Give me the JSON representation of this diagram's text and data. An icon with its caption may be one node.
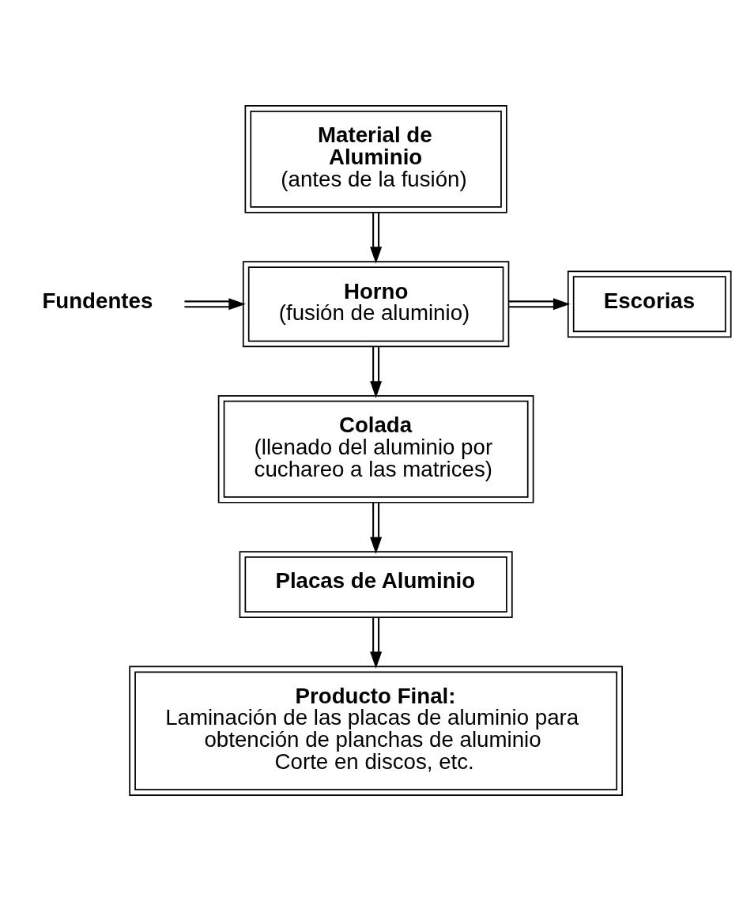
{
  "diagram": {
    "nodes": [
      {
        "text": [
          "Material de Aluminio",
          "(antes de la fusión)"
        ]
      },
      {
        "text": [
          "Fundentes"
        ]
      },
      {
        "text": [
          "Horno",
          "(fusión de aluminio)"
        ]
      },
      {
        "text": [
          "Escorias"
        ]
      },
      {
        "text": [
          "Colada",
          "(llenado del aluminio por cuchareo a las matrices)"
        ]
      },
      {
        "text": [
          "Placas de Aluminio"
        ]
      },
      {
        "text": [
          "Producto Final:",
          "Laminación de las placas de aluminio para obtención de planchas de aluminio",
          "Corte en discos, etc."
        ]
      }
    ],
    "edges": [
      {
        "from": 0,
        "to": 2,
        "arrow": "to"
      },
      {
        "from": 1,
        "to": 2,
        "arrow": "to"
      },
      {
        "from": 2,
        "to": 3,
        "arrow": "to"
      },
      {
        "from": 2,
        "to": 4,
        "arrow": "to"
      },
      {
        "from": 4,
        "to": 5,
        "arrow": "to"
      },
      {
        "from": 5,
        "to": 6,
        "arrow": "to"
      }
    ]
  }
}
